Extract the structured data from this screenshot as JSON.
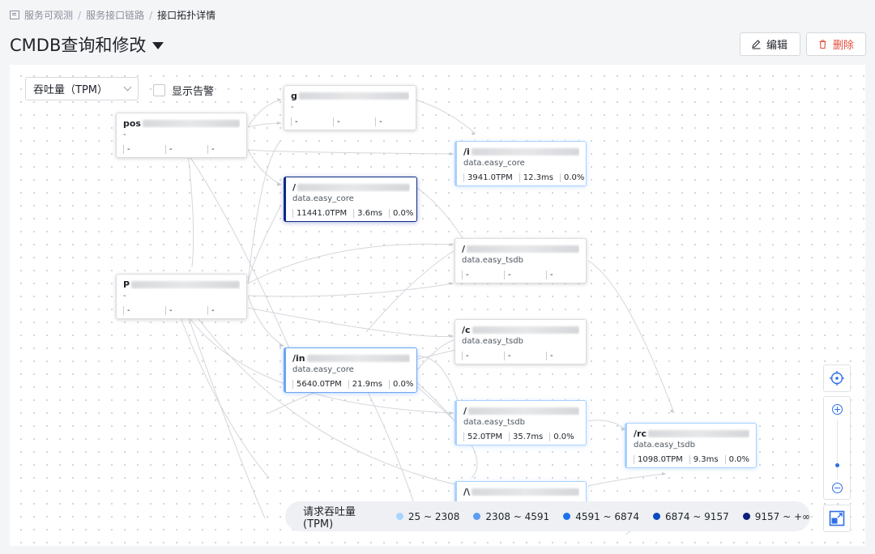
{
  "breadcrumb": {
    "items": [
      "服务可观测",
      "服务接口链路",
      "接口拓扑详情"
    ],
    "sep": "/"
  },
  "title": "CMDB查询和修改",
  "actions": {
    "edit_label": "编辑",
    "delete_label": "删除"
  },
  "toolbar": {
    "metric_select": "吞吐量（TPM）",
    "show_alert_label": "显示告警"
  },
  "nodes": [
    {
      "id": "n1",
      "title": "pos",
      "sub": "-",
      "stats": [
        "-",
        "-",
        "-"
      ]
    },
    {
      "id": "n2",
      "title": "g",
      "sub": "-",
      "stats": [
        "-",
        "-",
        "-"
      ]
    },
    {
      "id": "n3",
      "title": "/",
      "sub": "data.easy_core",
      "stats": [
        "11441.0TPM",
        "3.6ms",
        "0.0%"
      ]
    },
    {
      "id": "n4",
      "title": "/i",
      "sub": "data.easy_core",
      "stats": [
        "3941.0TPM",
        "12.3ms",
        "0.0%"
      ]
    },
    {
      "id": "n5",
      "title": "P",
      "sub": "-",
      "stats": [
        "-",
        "-",
        "-"
      ]
    },
    {
      "id": "n6",
      "title": "/",
      "sub": "data.easy_tsdb",
      "stats": [
        "-",
        "-",
        "-"
      ]
    },
    {
      "id": "n7",
      "title": "/in",
      "sub": "data.easy_core",
      "stats": [
        "5640.0TPM",
        "21.9ms",
        "0.0%"
      ]
    },
    {
      "id": "n8",
      "title": "/c",
      "sub": "data.easy_tsdb",
      "stats": [
        "-",
        "-",
        "-"
      ]
    },
    {
      "id": "n9",
      "title": "/",
      "sub": "data.easy_tsdb",
      "stats": [
        "52.0TPM",
        "35.7ms",
        "0.0%"
      ]
    },
    {
      "id": "n10",
      "title": "/rc",
      "sub": "data.easy_tsdb",
      "stats": [
        "1098.0TPM",
        "9.3ms",
        "0.0%"
      ]
    },
    {
      "id": "n11",
      "title": "/\\",
      "sub": "",
      "stats": []
    }
  ],
  "legend": {
    "title": "请求吞吐量(TPM)",
    "items": [
      {
        "label": "25 ~ 2308",
        "color": "#a8d4ff"
      },
      {
        "label": "2308 ~ 4591",
        "color": "#5b9bf2"
      },
      {
        "label": "4591 ~ 6874",
        "color": "#1b72ec"
      },
      {
        "label": "6874 ~ 9157",
        "color": "#0b4ac2"
      },
      {
        "label": "9157 ~ +∞",
        "color": "#0c1f7a"
      }
    ]
  },
  "controls": {
    "locate": "locate-icon",
    "zoom_in": "zoom-in-icon",
    "zoom_out": "zoom-out-icon",
    "fit": "fit-view-icon"
  }
}
